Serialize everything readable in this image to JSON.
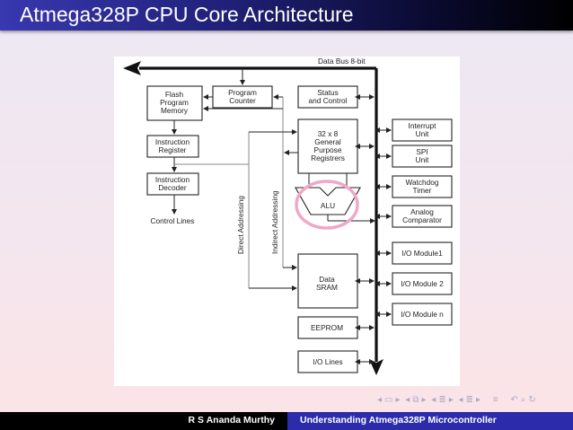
{
  "slide": {
    "title": "Atmega328P CPU Core Architecture"
  },
  "diagram": {
    "bus_label": "Data Bus 8-bit",
    "blocks": {
      "flash": [
        "Flash",
        "Program",
        "Memory"
      ],
      "program_counter": [
        "Program",
        "Counter"
      ],
      "status_control": [
        "Status",
        "and Control"
      ],
      "instruction_register": [
        "Instruction",
        "Register"
      ],
      "instruction_decoder": [
        "Instruction",
        "Decoder"
      ],
      "gpr": [
        "32 x 8",
        "General",
        "Purpose",
        "Registrers"
      ],
      "alu": "ALU",
      "data_sram": [
        "Data",
        "SRAM"
      ],
      "eeprom": "EEPROM",
      "io_lines": "I/O Lines",
      "interrupt": [
        "Interrupt",
        "Unit"
      ],
      "spi": [
        "SPI",
        "Unit"
      ],
      "watchdog": [
        "Watchdog",
        "Timer"
      ],
      "analog": [
        "Analog",
        "Comparator"
      ],
      "io_module_1": "I/O Module1",
      "io_module_2": "I/O Module 2",
      "io_module_n": "I/O Module n"
    },
    "labels": {
      "control_lines": "Control Lines",
      "direct_addressing": "Direct Addressing",
      "indirect_addressing": "Indirect Addressing"
    },
    "highlight_color": "#f0a8c8"
  },
  "navigation": {
    "icons": [
      "nav-left-arrow",
      "frame-icon",
      "nav-right-arrow",
      "nav-left-arrow",
      "subsection-icon",
      "nav-right-arrow",
      "nav-left-arrow",
      "section-icon",
      "nav-right-arrow",
      "nav-left-arrow",
      "subsection-icon",
      "nav-right-arrow",
      "align-icon",
      "back-icon",
      "search-icon",
      "refresh-icon"
    ]
  },
  "footer": {
    "author": "R S Ananda Murthy",
    "title": "Understanding Atmega328P Microcontroller",
    "left_color": "#000000",
    "right_color": "#2b2bab"
  }
}
